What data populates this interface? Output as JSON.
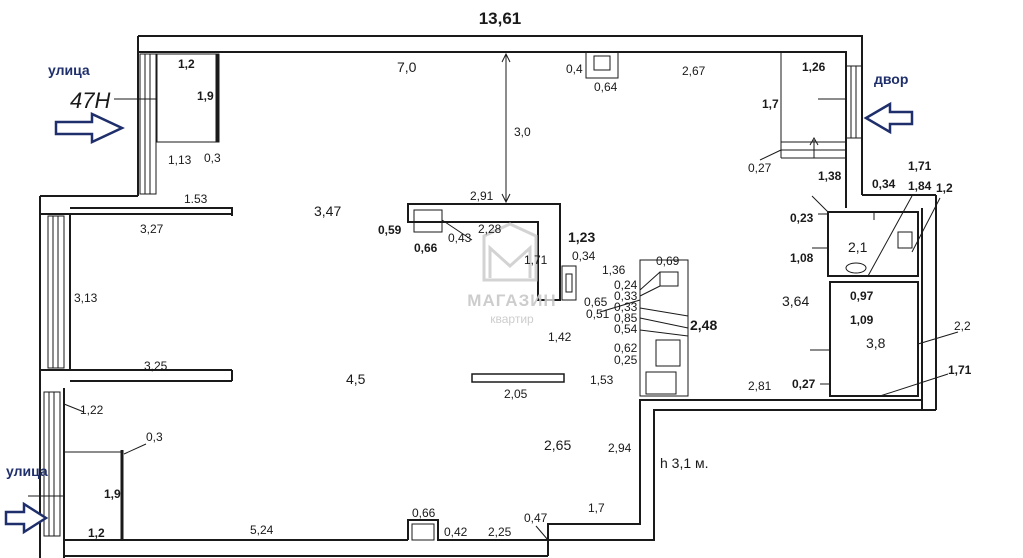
{
  "plan": {
    "total_width": "13,61",
    "height_note": "h 3,1 м.",
    "labels": {
      "street_top": "улица",
      "house_number": "47Н",
      "street_bottom": "улица",
      "yard": "двор"
    },
    "watermark": {
      "title": "МАГАЗИН",
      "subtitle": "квартир"
    },
    "dimensions": {
      "d_1_2_top": "1,2",
      "d_1_9_top": "1,9",
      "d_0_3_top": "0,3",
      "d_1_13": "1,13",
      "d_1_53_top": "1.53",
      "d_7_0": "7,0",
      "d_0_4": "0,4",
      "d_0_64": "0,64",
      "d_2_67": "2,67",
      "d_1_26": "1,26",
      "d_1_7_right": "1,7",
      "d_0_27_top": "0,27",
      "d_1_38": "1,38",
      "d_3_0": "3,0",
      "d_2_91": "2,91",
      "d_3_47": "3,47",
      "d_3_27": "3,27",
      "d_0_59": "0,59",
      "d_0_66_mid": "0,66",
      "d_0_43": "0,43",
      "d_2_28": "2,28",
      "d_1_23": "1,23",
      "d_0_34_mid": "0,34",
      "d_1_71_mid": "1,71",
      "d_1_36": "1,36",
      "d_0_69": "0,69",
      "d_0_24": "0,24",
      "d_0_33a": "0,33",
      "d_0_33b": "0,33",
      "d_0_85": "0,85",
      "d_0_54": "0,54",
      "d_0_65": "0,65",
      "d_0_51": "0,51",
      "d_2_48": "2,48",
      "d_1_42": "1,42",
      "d_0_62": "0,62",
      "d_0_25": "0,25",
      "d_3_13": "3,13",
      "d_3_25": "3,25",
      "d_4_5": "4,5",
      "d_2_05": "2,05",
      "d_1_53_mid": "1,53",
      "d_2_81": "2,81",
      "d_0_27_bottom": "0,27",
      "d_1_71_right_top": "1,71",
      "d_0_34_right": "0,34",
      "d_1_84": "1,84",
      "d_1_2_right": "1,2",
      "d_0_23": "0,23",
      "d_2_1": "2,1",
      "d_1_08": "1,08",
      "d_3_64": "3,64",
      "d_0_97": "0,97",
      "d_1_09": "1,09",
      "d_3_8": "3,8",
      "d_2_2": "2,2",
      "d_1_71_right_bottom": "1,71",
      "d_1_22": "1,22",
      "d_0_3_bottom": "0,3",
      "d_2_65": "2,65",
      "d_2_94": "2,94",
      "d_1_9_bottom": "1,9",
      "d_1_2_bottom": "1,2",
      "d_5_24": "5,24",
      "d_0_66_bottom": "0,66",
      "d_0_42": "0,42",
      "d_2_25": "2,25",
      "d_0_47": "0,47",
      "d_1_7_bottom": "1,7"
    }
  }
}
